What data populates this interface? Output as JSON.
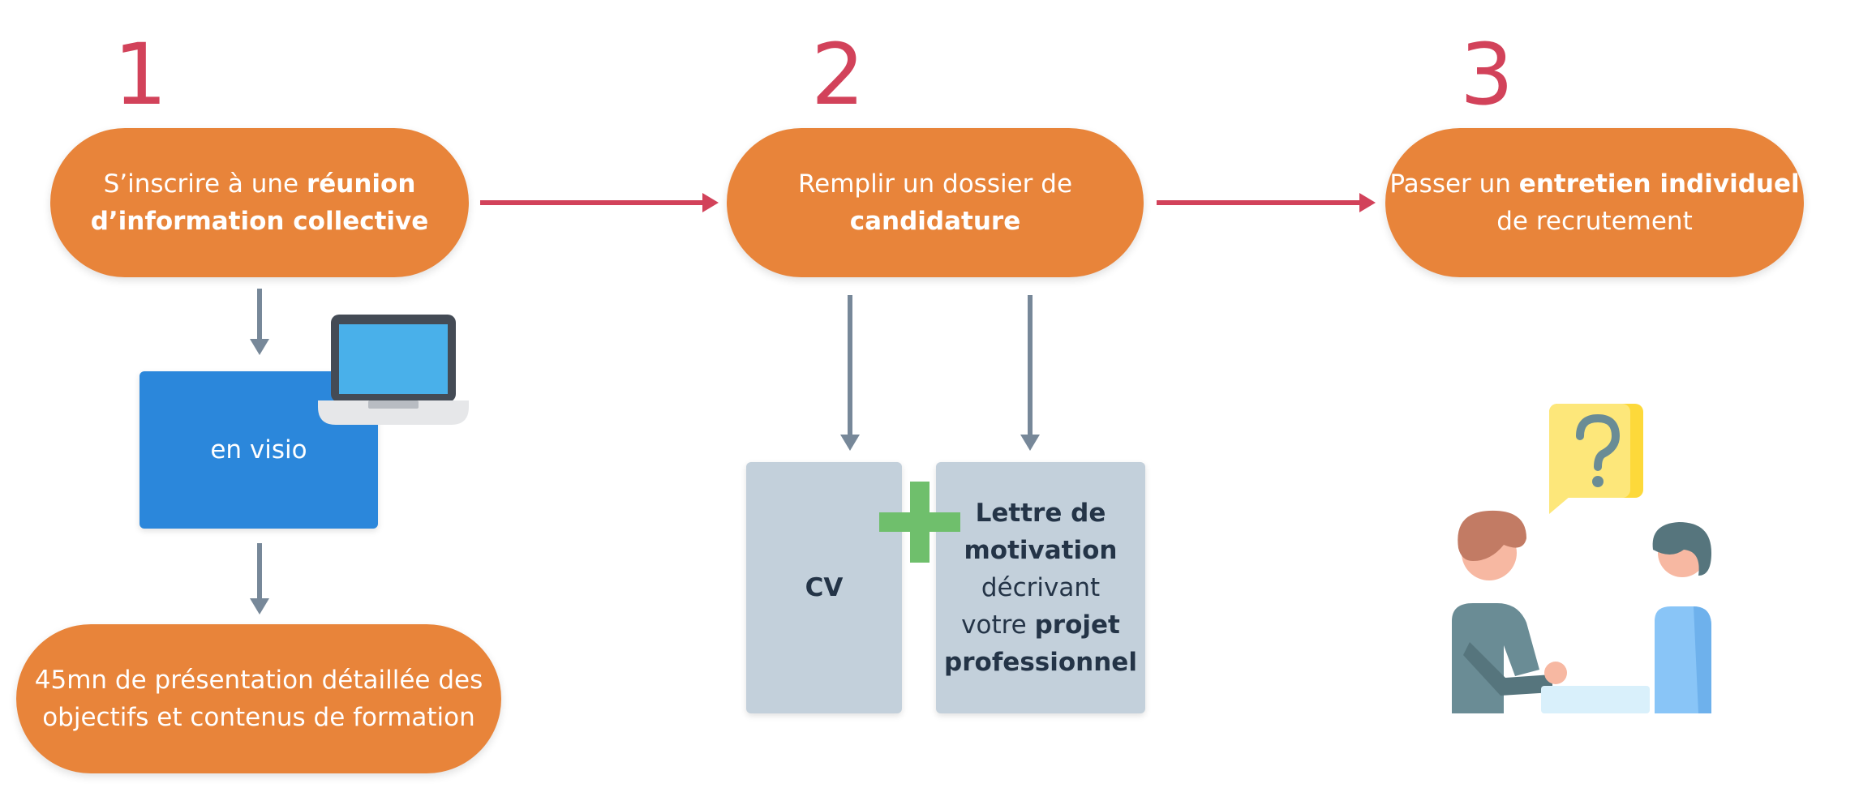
{
  "steps": [
    {
      "number": "1",
      "pill": {
        "pre": "S’inscrire à une ",
        "bold1": "réunion",
        "line2_bold": "d’information collective"
      },
      "visio": "en visio",
      "detail": {
        "line1": "45mn de présentation détaillée des",
        "line2": "objectifs et contenus de formation"
      }
    },
    {
      "number": "2",
      "pill": {
        "line1": "Remplir un dossier de",
        "line2_bold": "candidature"
      },
      "cv": "CV",
      "letter": {
        "bold1": "Lettre de",
        "bold2": "motivation",
        "text1": "décrivant",
        "text2": "votre ",
        "bold3": "projet",
        "bold4": "professionnel"
      }
    },
    {
      "number": "3",
      "pill": {
        "pre": "Passer un ",
        "bold1": "entretien individuel",
        "line2": "de recrutement"
      }
    }
  ],
  "icons": {
    "laptop": "laptop-icon",
    "plus": "plus-icon",
    "interview": "interview-icon",
    "question": "question-bubble-icon"
  },
  "colors": {
    "orange": "#e8843a",
    "red": "#d2425a",
    "blue": "#2b87db",
    "card": "#c3d0db",
    "arrow_gray": "#778899",
    "green": "#6fbf6c"
  }
}
